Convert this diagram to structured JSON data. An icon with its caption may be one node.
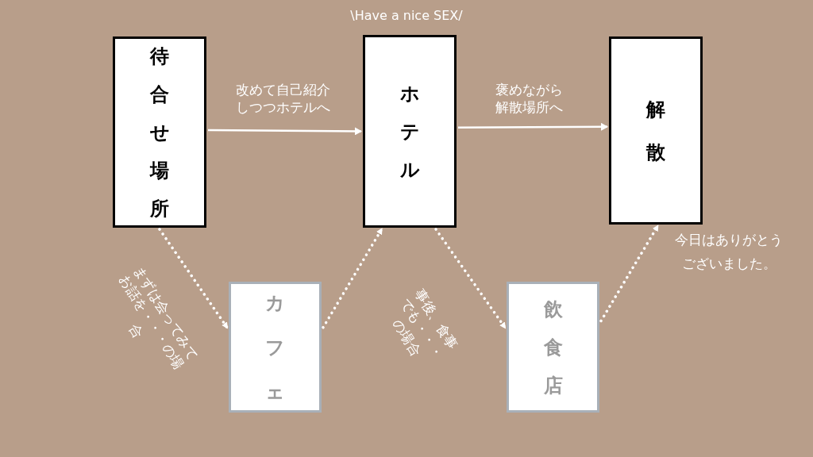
{
  "diagram": {
    "title": "\\Have a nice SEX/",
    "nodes": [
      {
        "text": [
          "待合せ場所"
        ]
      },
      {
        "text": [
          "ホテル"
        ]
      },
      {
        "text": [
          "解散"
        ]
      },
      {
        "text": [
          "カフェ"
        ]
      },
      {
        "text": [
          "飲食店"
        ]
      }
    ],
    "edges": [
      {
        "from": 0,
        "to": 1,
        "arrow": "to",
        "label": "改めて自己紹介しつつホテルへ"
      },
      {
        "from": 1,
        "to": 2,
        "arrow": "to",
        "label": "褒めながら解散場所へ"
      },
      {
        "from": 0,
        "to": 3,
        "arrow": "to",
        "style": "dashed",
        "label": "まずは会ってみてお話を・・・の場合"
      },
      {
        "from": 3,
        "to": 1,
        "arrow": "to",
        "style": "dashed"
      },
      {
        "from": 1,
        "to": 4,
        "arrow": "to",
        "style": "dashed",
        "label": "事後、食事でも・・・の場合"
      },
      {
        "from": 4,
        "to": 2,
        "arrow": "to",
        "style": "dashed"
      }
    ],
    "labels": [
      "今日はありがとうございました。"
    ]
  }
}
